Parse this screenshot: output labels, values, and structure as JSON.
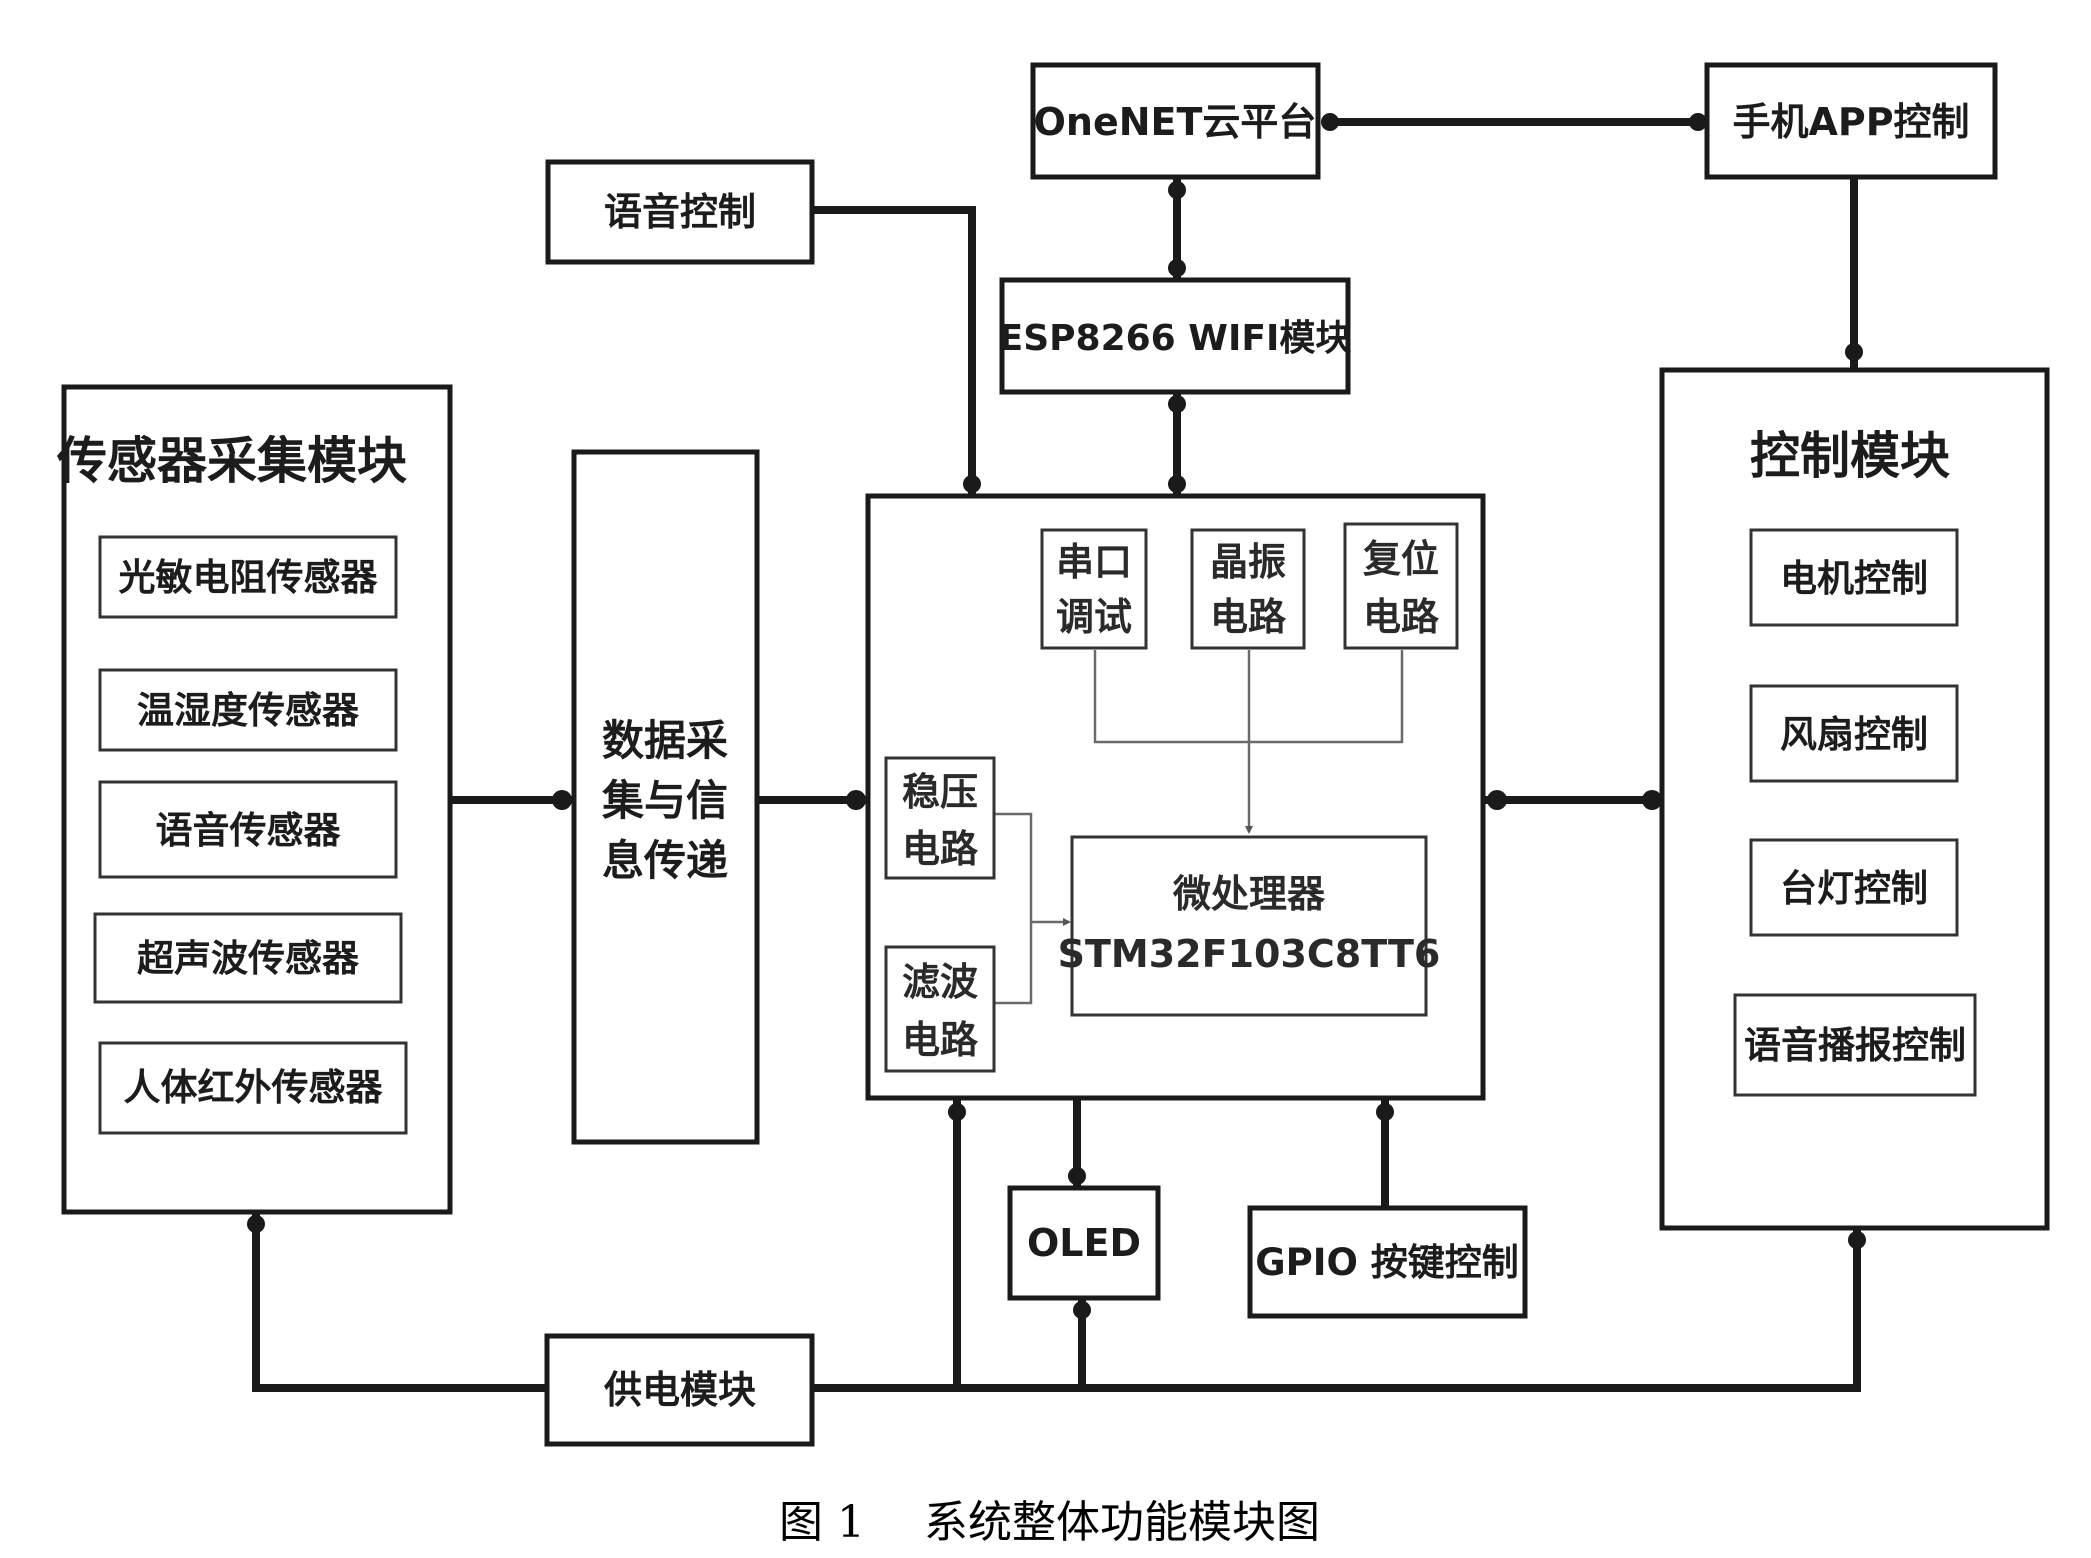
{
  "caption": {
    "number": "图 1",
    "text": "系统整体功能模块图"
  },
  "cloud": "OneNET云平台",
  "phone_app": "手机APP控制",
  "voice_control": "语音控制",
  "wifi": "ESP8266 WIFI模块",
  "sensor_module": {
    "title": "传感器采集模块",
    "items": [
      "光敏电阻传感器",
      "温湿度传感器",
      "语音传感器",
      "超声波传感器",
      "人体红外传感器"
    ]
  },
  "data_transfer": {
    "lines": [
      "数据采",
      "集与信",
      "息传递"
    ]
  },
  "mcu_board": {
    "serial": [
      "串口",
      "调试"
    ],
    "crystal": [
      "晶振",
      "电路"
    ],
    "reset": [
      "复位",
      "电路"
    ],
    "regulator": [
      "稳压",
      "电路"
    ],
    "filter": [
      "滤波",
      "电路"
    ],
    "mcu": [
      "微处理器",
      "STM32F103C8TT6"
    ]
  },
  "control_module": {
    "title": "控制模块",
    "items": [
      "电机控制",
      "风扇控制",
      "台灯控制",
      "语音播报控制"
    ]
  },
  "oled": "OLED",
  "gpio": "GPIO 按键控制",
  "power": "供电模块"
}
